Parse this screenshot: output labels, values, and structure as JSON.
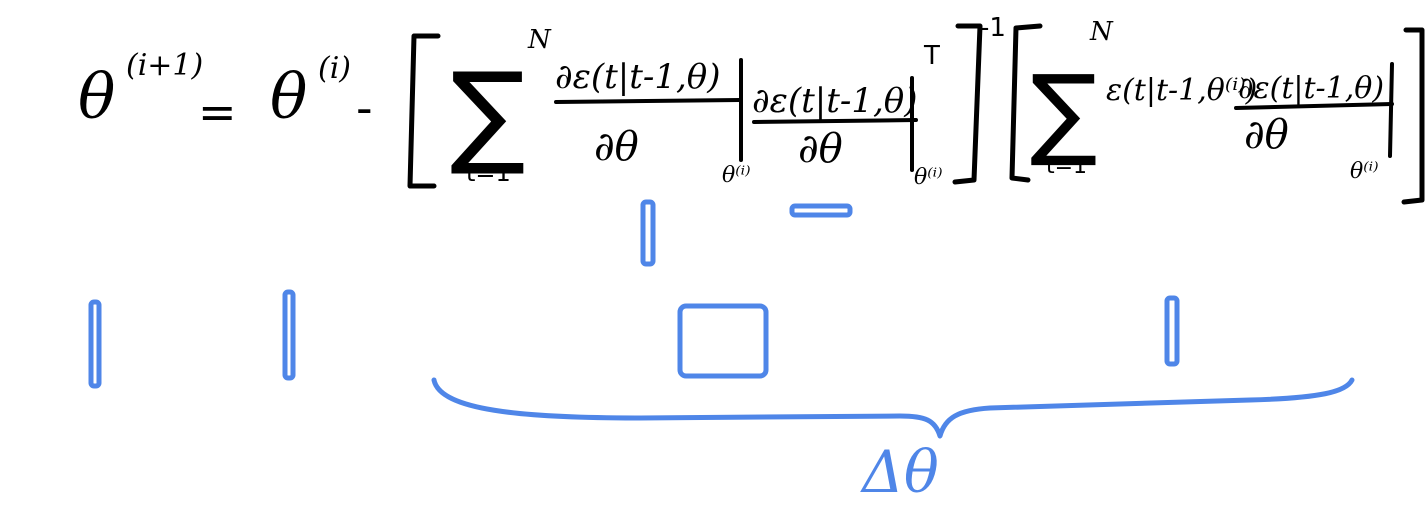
{
  "equation": {
    "lhs": "θ",
    "lhs_sup": "(i+1)",
    "equals": "=",
    "theta_prev": "θ",
    "theta_prev_sup": "(i)",
    "minus": "-",
    "sigma": "∑",
    "sum1_upper": "N",
    "sum1_lower": "t=1",
    "frac1_num": "∂ε(t|t-1,θ)",
    "frac1_den": "∂θ",
    "eval1": "θ⁽ⁱ⁾",
    "frac2_num": "∂ε(t|t-1,θ)",
    "frac2_den": "∂θ",
    "eval2": "θ⁽ⁱ⁾",
    "transpose": "T",
    "inverse": "-1",
    "sum2_upper": "N",
    "sum2_lower": "t=1",
    "sum2_term": "ε(t|t-1,θ⁽ⁱ⁾)",
    "frac3_num": "∂ε(t|t-1,θ)",
    "frac3_den": "∂θ",
    "eval3": "θ⁽ⁱ⁾"
  },
  "annotation": {
    "delta_label": "Δθ"
  },
  "colors": {
    "ink": "#000000",
    "annotation": "#4f86e8",
    "background": "#ffffff"
  }
}
